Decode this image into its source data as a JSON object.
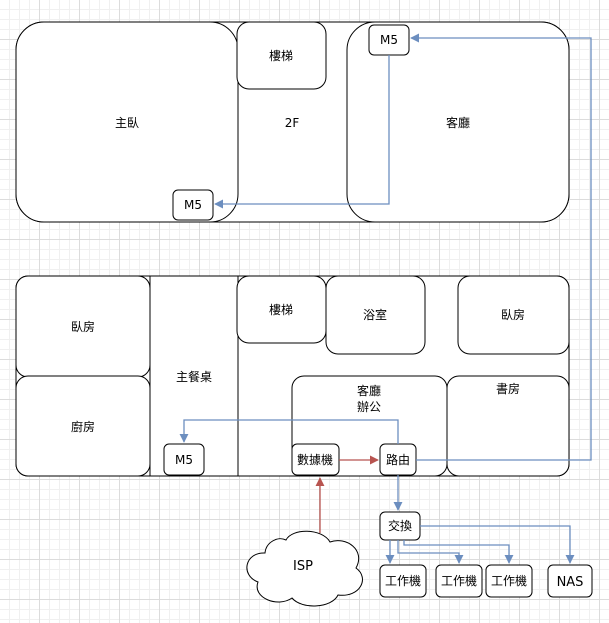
{
  "floor2": {
    "label": "2F",
    "rooms": {
      "master_bedroom": "主臥",
      "stairs": "樓梯",
      "living_room": "客廳"
    },
    "devices": {
      "m5_living": "M5",
      "m5_master": "M5"
    }
  },
  "floor1": {
    "rooms": {
      "bedroom_left": "臥房",
      "kitchen": "廚房",
      "dining": "主餐桌",
      "stairs": "樓梯",
      "bathroom": "浴室",
      "bedroom_right": "臥房",
      "living_office_line1": "客廳",
      "living_office_line2": "辦公",
      "study": "書房"
    },
    "devices": {
      "m5": "M5",
      "modem": "數據機",
      "router": "路由"
    }
  },
  "network": {
    "switch": "交換",
    "isp": "ISP",
    "workstations": [
      "工作機",
      "工作機",
      "工作機"
    ],
    "nas": "NAS"
  },
  "colors": {
    "blue_link": "#6c8ebf",
    "red_link": "#b85450",
    "outline": "#000000"
  }
}
